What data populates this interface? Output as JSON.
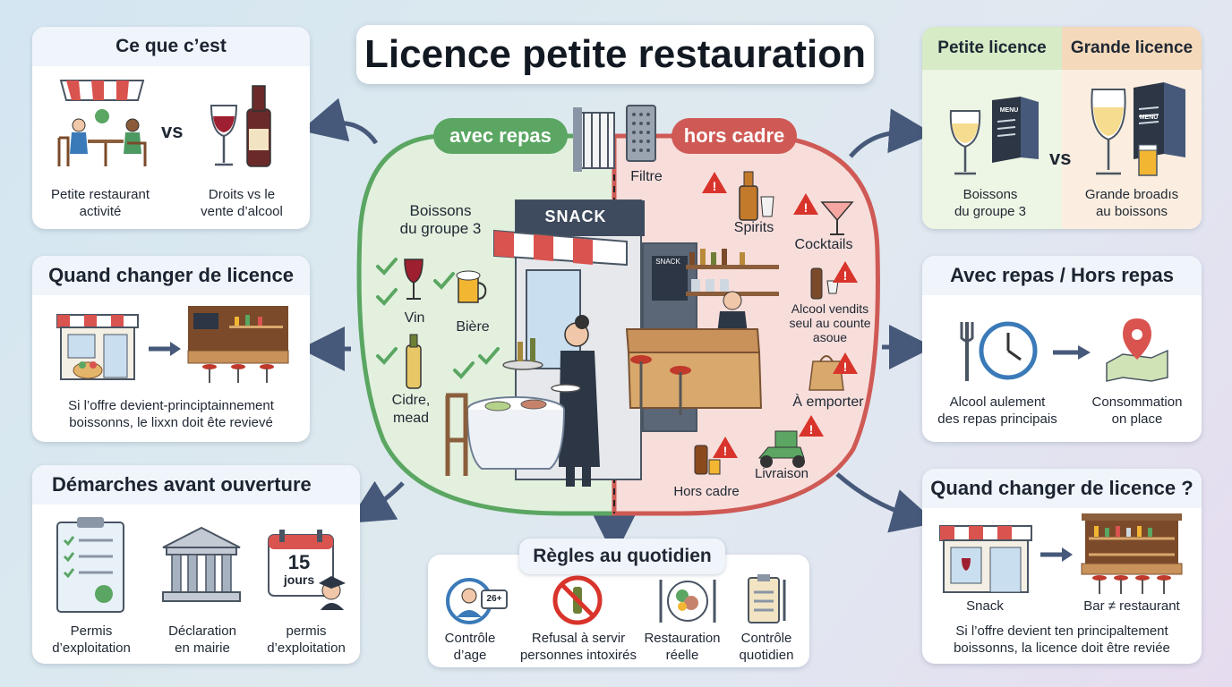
{
  "title": "Licence petite restauration",
  "center": {
    "left_pill": "avec repas",
    "right_pill": "hors cadre",
    "filter_label": "Filtre",
    "snack_sign": "SNACK",
    "snack_sign_small": "SNACK",
    "group3_label": "Boissons\ndu groupe 3",
    "allowed": [
      "Vin",
      "Bière",
      "Cidre,\nmead"
    ],
    "forbidden": [
      "Spirits",
      "Cocktails",
      "Alcool vendits\nseul au counte\nasoue",
      "À emporter",
      "Hors cadre",
      "Livraison"
    ]
  },
  "ce_que": {
    "heading": "Ce que c’est",
    "vs": "vs",
    "captions": [
      "Petite restaurant\nactivité",
      "Droits vs le\nvente d’alcool"
    ]
  },
  "quand_left": {
    "heading": "Quand changer de licence",
    "caption": "Si l’offre devient-principtainnement\nboissonns, le lixxn doit ête revievé"
  },
  "demarches": {
    "heading": "Démarches avant ouverture",
    "calendar_day": "15",
    "calendar_unit": "jours",
    "captions": [
      "Permis\nd’exploitation",
      "Déclaration\nen mairie",
      "permis\nd’exploitation"
    ]
  },
  "regles": {
    "heading": "Règles au quotidien",
    "age_badge": "26+",
    "captions": [
      "Contrôle\nd’age",
      "Refusal à servir\npersonnes intoxirés",
      "Restauration\nréelle",
      "Contrôle\nquotidien"
    ]
  },
  "licences": {
    "petite": "Petite licence",
    "grande": "Grande licence",
    "vs": "vs",
    "menu": "MENU",
    "captions": [
      "Boissons\ndu groupe 3",
      "Grande broadıs\nau boissons"
    ]
  },
  "repas": {
    "heading": "Avec repas / Hors repas",
    "captions": [
      "Alcool aulement\ndes repas principais",
      "Consommation\non place"
    ]
  },
  "quand_right": {
    "heading": "Quand changer de licence ?",
    "labels": [
      "Snack",
      "Bar ≠ restaurant"
    ],
    "caption": "Si l’offre devient ten principaltement\nboissonns, la licence doit être reviée"
  },
  "colors": {
    "green": "#5aa662",
    "red": "#cf5a55",
    "arrow": "#46597a",
    "awning": "#d9534f",
    "warn": "#d9342b"
  }
}
